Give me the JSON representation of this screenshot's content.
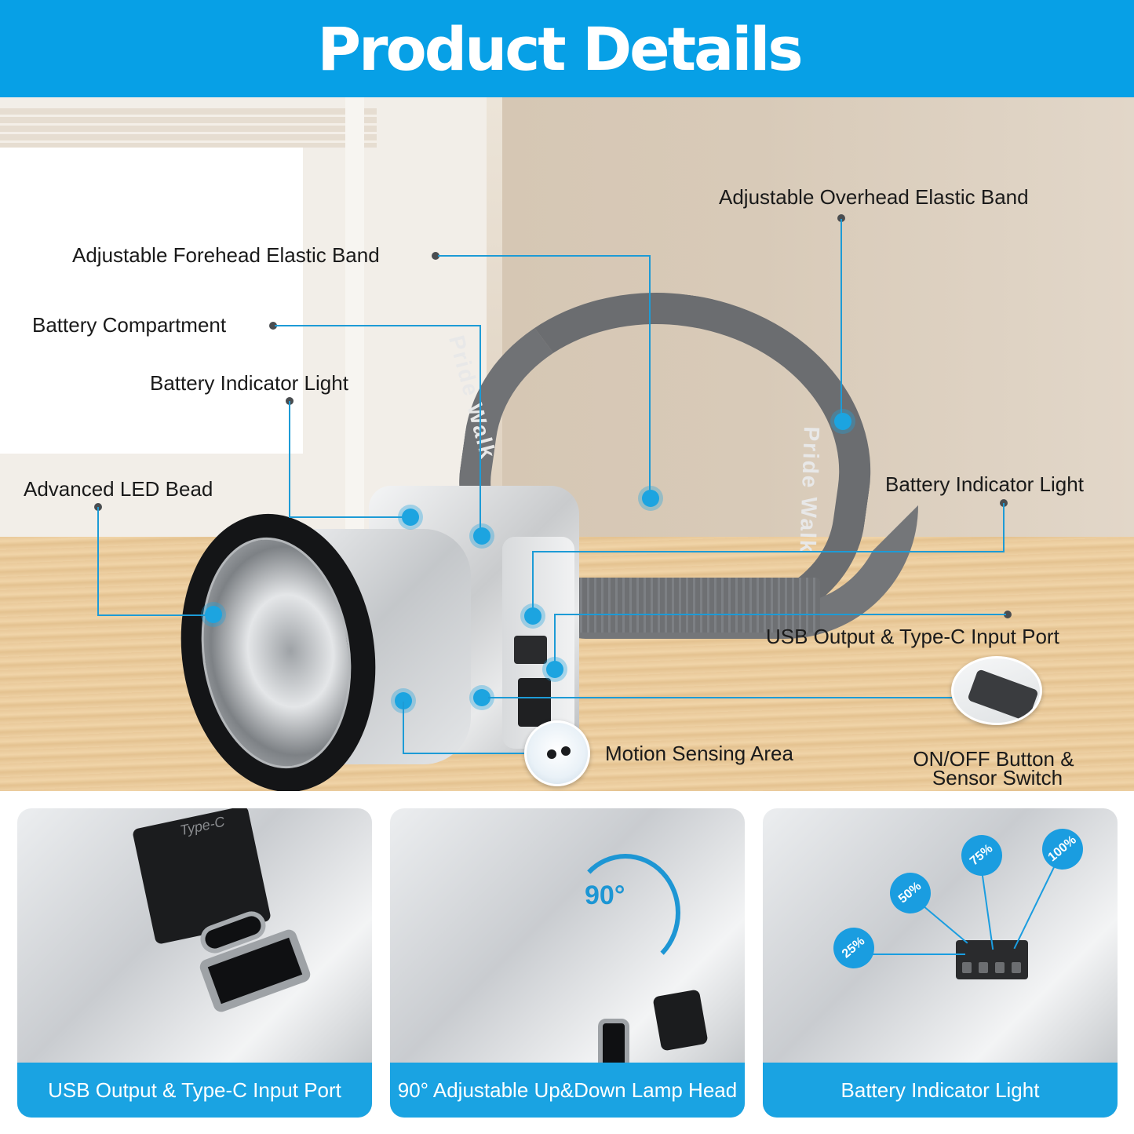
{
  "header": {
    "title": "Product Details",
    "background_color": "#07a0e6"
  },
  "hero": {
    "strap_brand_text": "Pride Walk",
    "callouts": [
      {
        "id": "overhead-band",
        "label": "Adjustable Overhead Elastic Band"
      },
      {
        "id": "forehead-band",
        "label": "Adjustable Forehead Elastic Band"
      },
      {
        "id": "battery-compartment",
        "label": "Battery Compartment"
      },
      {
        "id": "battery-indicator-left",
        "label": "Battery Indicator Light"
      },
      {
        "id": "led-bead",
        "label": "Advanced LED Bead"
      },
      {
        "id": "battery-indicator-right",
        "label": "Battery Indicator Light"
      },
      {
        "id": "usb-port",
        "label": "USB Output & Type-C Input Port"
      },
      {
        "id": "motion-sensing",
        "label": "Motion Sensing Area"
      },
      {
        "id": "onoff-switch",
        "label_line1": "ON/OFF Button &",
        "label_line2": "Sensor Switch"
      }
    ],
    "accent_color": "#1d9bd6"
  },
  "cards": [
    {
      "caption": "USB Output & Type-C Input Port",
      "cap_text": "Type-C"
    },
    {
      "caption": "90° Adjustable Up&Down Lamp Head",
      "angle_label": "90°"
    },
    {
      "caption": "Battery Indicator Light",
      "levels": [
        "25%",
        "50%",
        "75%",
        "100%"
      ]
    }
  ]
}
